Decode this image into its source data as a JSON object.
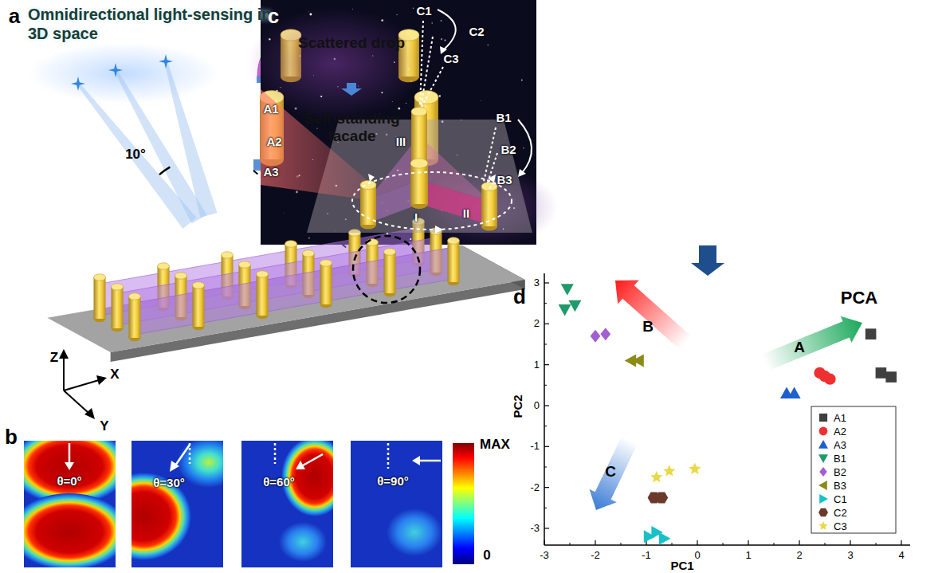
{
  "diagram": {
    "nodes": [
      {
        "text": [
          "Scattered drop"
        ]
      },
      {
        "text": [
          "Self-standing facade"
        ]
      }
    ],
    "edges": [
      {
        "from": 0,
        "to": 1,
        "arrow": "to"
      }
    ],
    "labels": [
      "a",
      "Omnidirectional light-sensing in 3D space",
      "10°",
      "Z",
      "X",
      "Y",
      "b",
      "θ=0°",
      "θ=30°",
      "θ=60°",
      "θ=90°",
      "MAX",
      "0",
      "c",
      "C1",
      "C2",
      "C3",
      "A1",
      "A2",
      "A3",
      "B1",
      "B2",
      "B3",
      "III",
      "I",
      "II",
      "d",
      "PCA",
      "A",
      "B",
      "C",
      "PC1",
      "PC2",
      "-3",
      "-2",
      "-1",
      "0",
      "1",
      "2",
      "3",
      "4",
      "3",
      "2",
      "1",
      "0",
      "-1",
      "-2",
      "-3"
    ],
    "legend": [
      {
        "text": "A1",
        "color": "#404040"
      },
      {
        "text": "A2",
        "color": "#f03030"
      },
      {
        "text": "A3",
        "color": "#1e5fd0"
      },
      {
        "text": "B1",
        "color": "#1f9a6a"
      },
      {
        "text": "B2",
        "color": "#a35fd0"
      },
      {
        "text": "B3",
        "color": "#8b8b18"
      },
      {
        "text": "C1",
        "color": "#18c0c8"
      },
      {
        "text": "C2",
        "color": "#6b3a2a"
      },
      {
        "text": "C3",
        "color": "#e8d84a"
      }
    ]
  }
}
